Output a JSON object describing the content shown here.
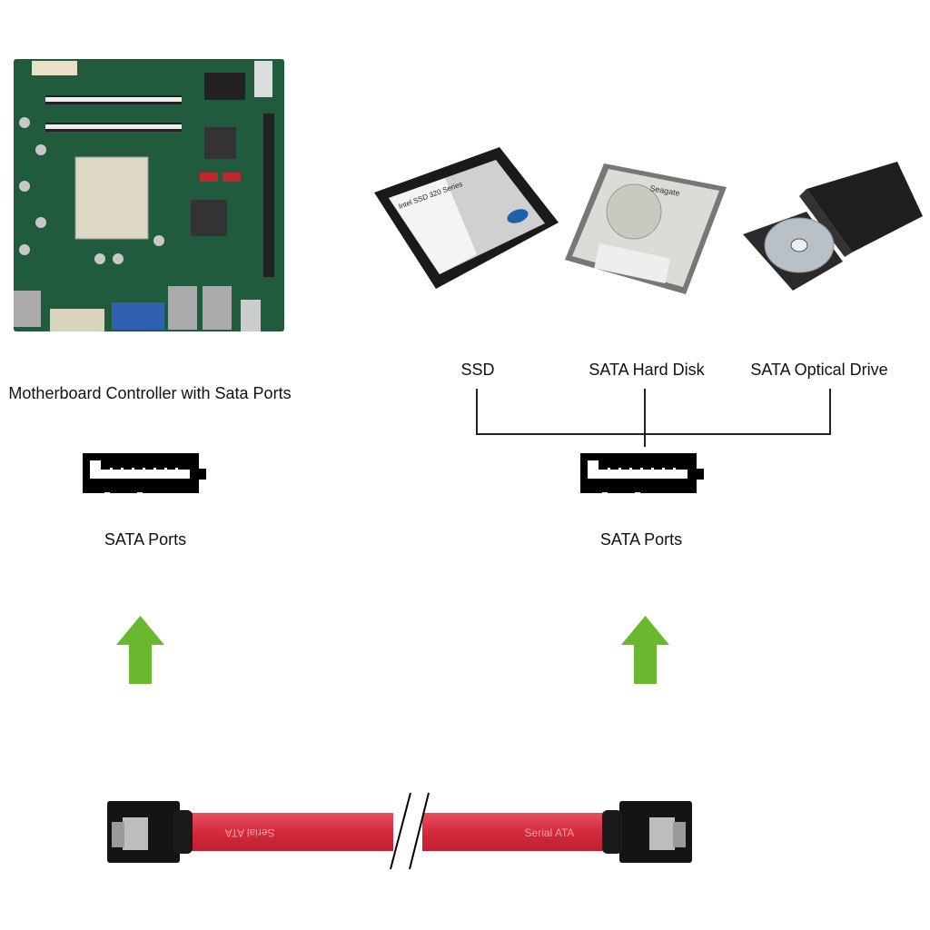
{
  "motherboard": {
    "label": "Motherboard Controller with Sata Ports"
  },
  "devices": [
    {
      "id": "ssd",
      "label": "SSD",
      "printed_text": "Intel SSD 320 Series"
    },
    {
      "id": "hdd",
      "label": "SATA Hard Disk",
      "printed_text": "Seagate"
    },
    {
      "id": "optical",
      "label": "SATA Optical Drive"
    }
  ],
  "ports": [
    {
      "label": "SATA Ports"
    },
    {
      "label": "SATA Ports"
    }
  ],
  "cable": {
    "text_left": "Serial ATA",
    "text_right": "Serial ATA"
  },
  "colors": {
    "arrow": "#6ab82e",
    "cable": "#d42a3c",
    "board": "#1e5a3a"
  }
}
